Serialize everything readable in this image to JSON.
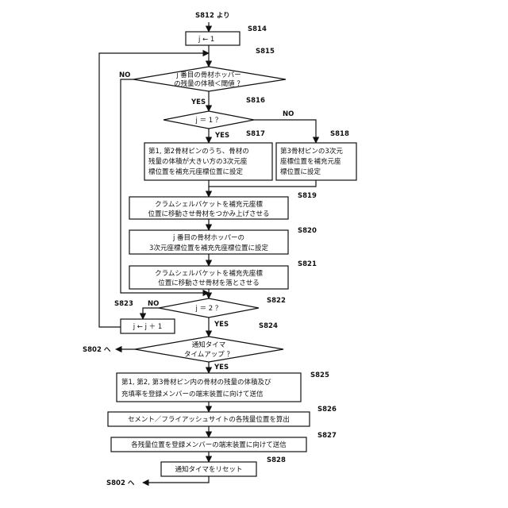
{
  "start_label": "S812 より",
  "steps": {
    "s814": {
      "id": "S814",
      "text": [
        "j ← 1"
      ]
    },
    "s815": {
      "id": "S815",
      "text": [
        "j 番目の骨材ホッパー",
        "の残量の体積＜閾値 ？"
      ],
      "no": "NO",
      "yes": "YES"
    },
    "s816": {
      "id": "S816",
      "text": [
        "j ＝ 1 ？"
      ],
      "no": "NO",
      "yes": "YES"
    },
    "s817": {
      "id": "S817",
      "text": [
        "第1, 第2骨材ピンのうち、骨材の",
        "残量の体積が大きい方の3次元座",
        "標位置を補充元座標位置に設定"
      ]
    },
    "s818": {
      "id": "S818",
      "text": [
        "第3骨材ピンの3次元",
        "座標位置を補充元座",
        "標位置に設定"
      ]
    },
    "s819": {
      "id": "S819",
      "text": [
        "クラムシェルバケットを補充元座標",
        "位置に移動させ骨材をつかみ上げさせる"
      ]
    },
    "s820": {
      "id": "S820",
      "text": [
        "j 番目の骨材ホッパーの",
        "3次元座標位置を補充先座標位置に設定"
      ]
    },
    "s821": {
      "id": "S821",
      "text": [
        "クラムシェルバケットを補充先座標",
        "位置に移動させ骨材を落とさせる"
      ]
    },
    "s822": {
      "id": "S822",
      "text": [
        "j ＝ 2 ？"
      ],
      "no": "NO",
      "yes": "YES"
    },
    "s823": {
      "id": "S823",
      "text": [
        "j ← j ＋ 1"
      ]
    },
    "s824": {
      "id": "S824",
      "text": [
        "通知タイマ",
        "タイムアップ ？"
      ],
      "no_target": "S802 へ",
      "yes": "YES"
    },
    "s825": {
      "id": "S825",
      "text": [
        "第1, 第2, 第3骨材ピン内の骨材の残量の体積及び",
        "充填率を登録メンバーの端末装置に向けて送信"
      ]
    },
    "s826": {
      "id": "S826",
      "text": [
        "セメント／フライアッシュサイトの各残量位置を算出"
      ]
    },
    "s827": {
      "id": "S827",
      "text": [
        "各残量位置を登録メンバーの端末装置に向けて送信"
      ]
    },
    "s828": {
      "id": "S828",
      "text": [
        "通知タイマをリセット"
      ]
    }
  },
  "end_label": "S802 へ"
}
